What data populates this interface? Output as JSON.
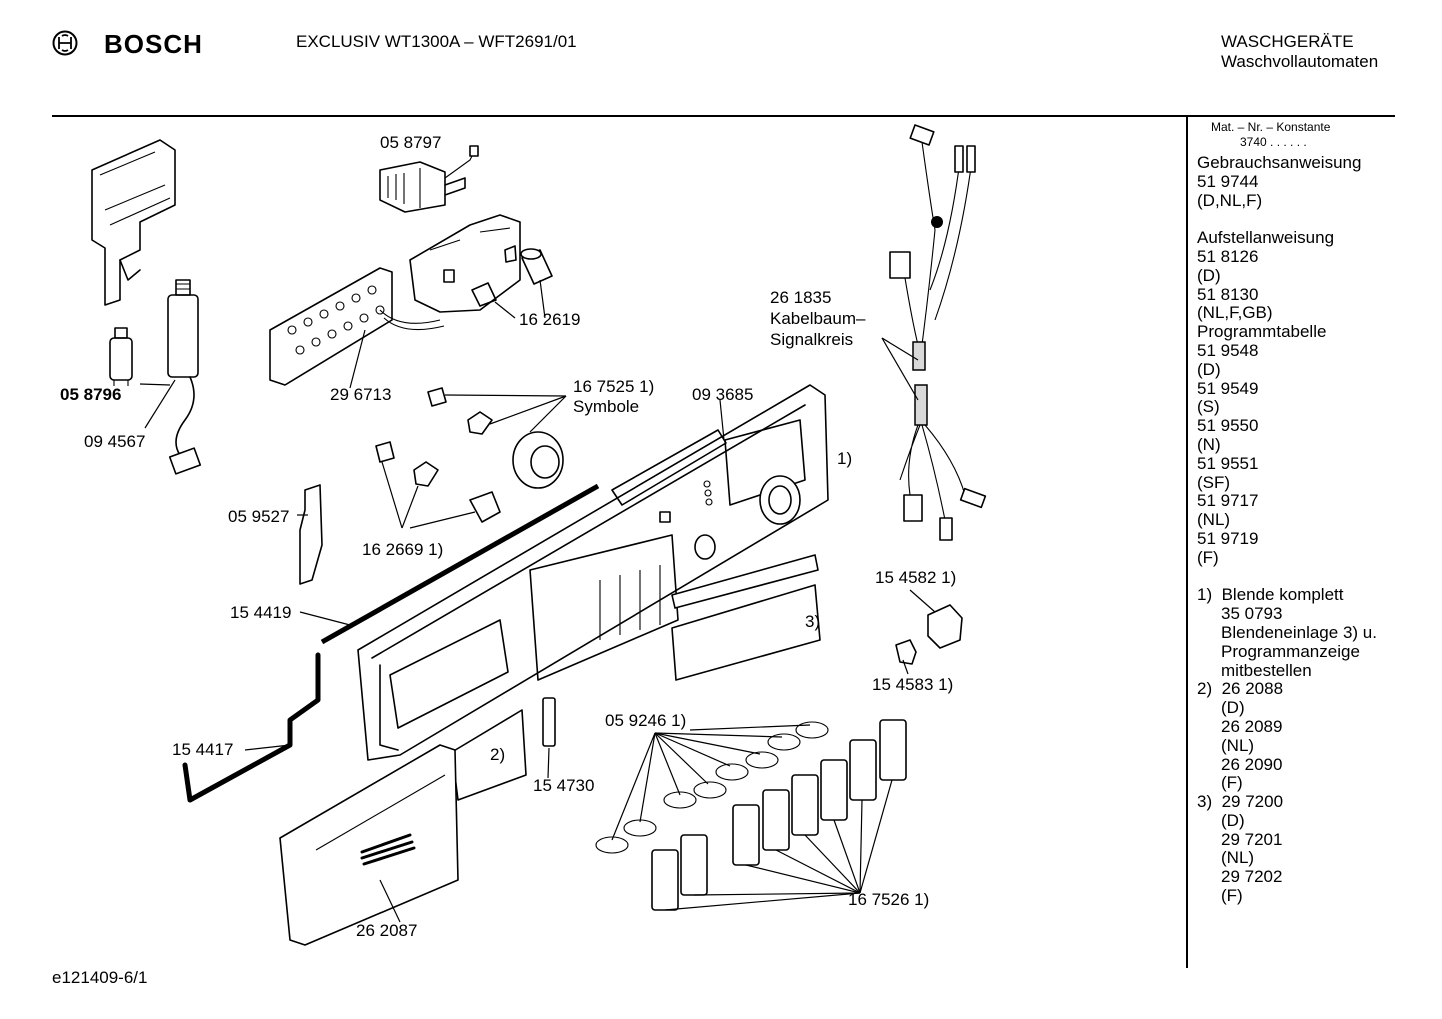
{
  "header": {
    "brand": "BOSCH",
    "model": "EXCLUSIV WT1300A – WFT2691/01",
    "category": "WASCHGERÄTE",
    "subcategory": "Waschvollautomaten"
  },
  "sidebar": {
    "mat_header": "Mat. – Nr. – Konstante",
    "mat_value": "3740 .  .  .  .  .  .",
    "lines": [
      "Gebrauchsanweisung",
      "51 9744",
      "(D,NL,F)",
      "",
      "Aufstellanweisung",
      "51 8126",
      "(D)",
      "51 8130",
      "(NL,F,GB)",
      "Programmtabelle",
      "51 9548",
      "(D)",
      "51 9549",
      "(S)",
      "51 9550",
      "(N)",
      "51 9551",
      "(SF)",
      "51 9717",
      "(NL)",
      "51 9719",
      "(F)",
      ""
    ],
    "footnotes": [
      {
        "num": "1)",
        "lines": [
          "Blende komplett",
          "35 0793",
          "Blendeneinlage 3) u.",
          "Programmanzeige",
          "mitbestellen"
        ]
      },
      {
        "num": "2)",
        "lines": [
          "26 2088",
          "(D)",
          "26 2089",
          "(NL)",
          "26 2090",
          "(F)"
        ]
      },
      {
        "num": "3)",
        "lines": [
          "29 7200",
          "(D)",
          "29 7201",
          "(NL)",
          "29 7202",
          "(F)"
        ]
      }
    ]
  },
  "callouts": {
    "p058797": "05 8797",
    "p058796": "05 8796",
    "p094567": "09 4567",
    "p162619": "16 2619",
    "p296713": "29 6713",
    "p167525": "16 7525 1)",
    "symbole": "Symbole",
    "p093685": "09 3685",
    "p261835": "26 1835",
    "kabelbaum": "Kabelbaum–",
    "signalkreis": "Signalkreis",
    "note1": "1)",
    "p059527": "05 9527",
    "p162669": "16 2669 1)",
    "p154582": "15 4582 1)",
    "p154419": "15 4419",
    "note3": "3)",
    "p154583": "15 4583 1)",
    "p059246": "05 9246 1)",
    "p154417": "15 4417",
    "note2": "2)",
    "p154730": "15 4730",
    "p167526": "16 7526 1)",
    "p262087": "26 2087"
  },
  "footer": {
    "diagram_id": "e121409-6/1"
  }
}
